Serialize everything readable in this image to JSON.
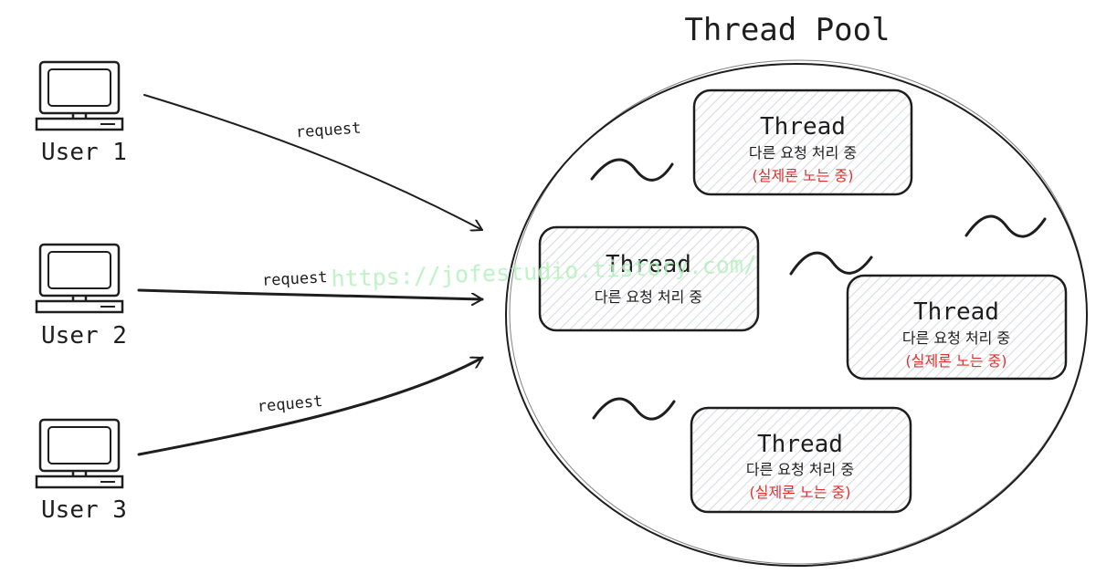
{
  "title": "Thread Pool",
  "watermark": "https://jofestudio.tistory.com/",
  "colors": {
    "stroke": "#1e1e1e",
    "box_fill": "#e9ecef",
    "hatch": "#cfd4da",
    "accent_red": "#e03131",
    "watermark": "#b2f2bb"
  },
  "users": [
    {
      "label": "User 1",
      "icon": "computer-icon",
      "arrow_label": "request"
    },
    {
      "label": "User 2",
      "icon": "computer-icon",
      "arrow_label": "request"
    },
    {
      "label": "User 3",
      "icon": "computer-icon",
      "arrow_label": "request"
    }
  ],
  "threads": [
    {
      "title": "Thread",
      "status": "다른 요청 처리 중",
      "note": "(실제론 노는 중)"
    },
    {
      "title": "Thread",
      "status": "다른 요청 처리 중",
      "note": ""
    },
    {
      "title": "Thread",
      "status": "다른 요청 처리 중",
      "note": "(실제론 노는 중)"
    },
    {
      "title": "Thread",
      "status": "다른 요청 처리 중",
      "note": "(실제론 노는 중)"
    }
  ]
}
